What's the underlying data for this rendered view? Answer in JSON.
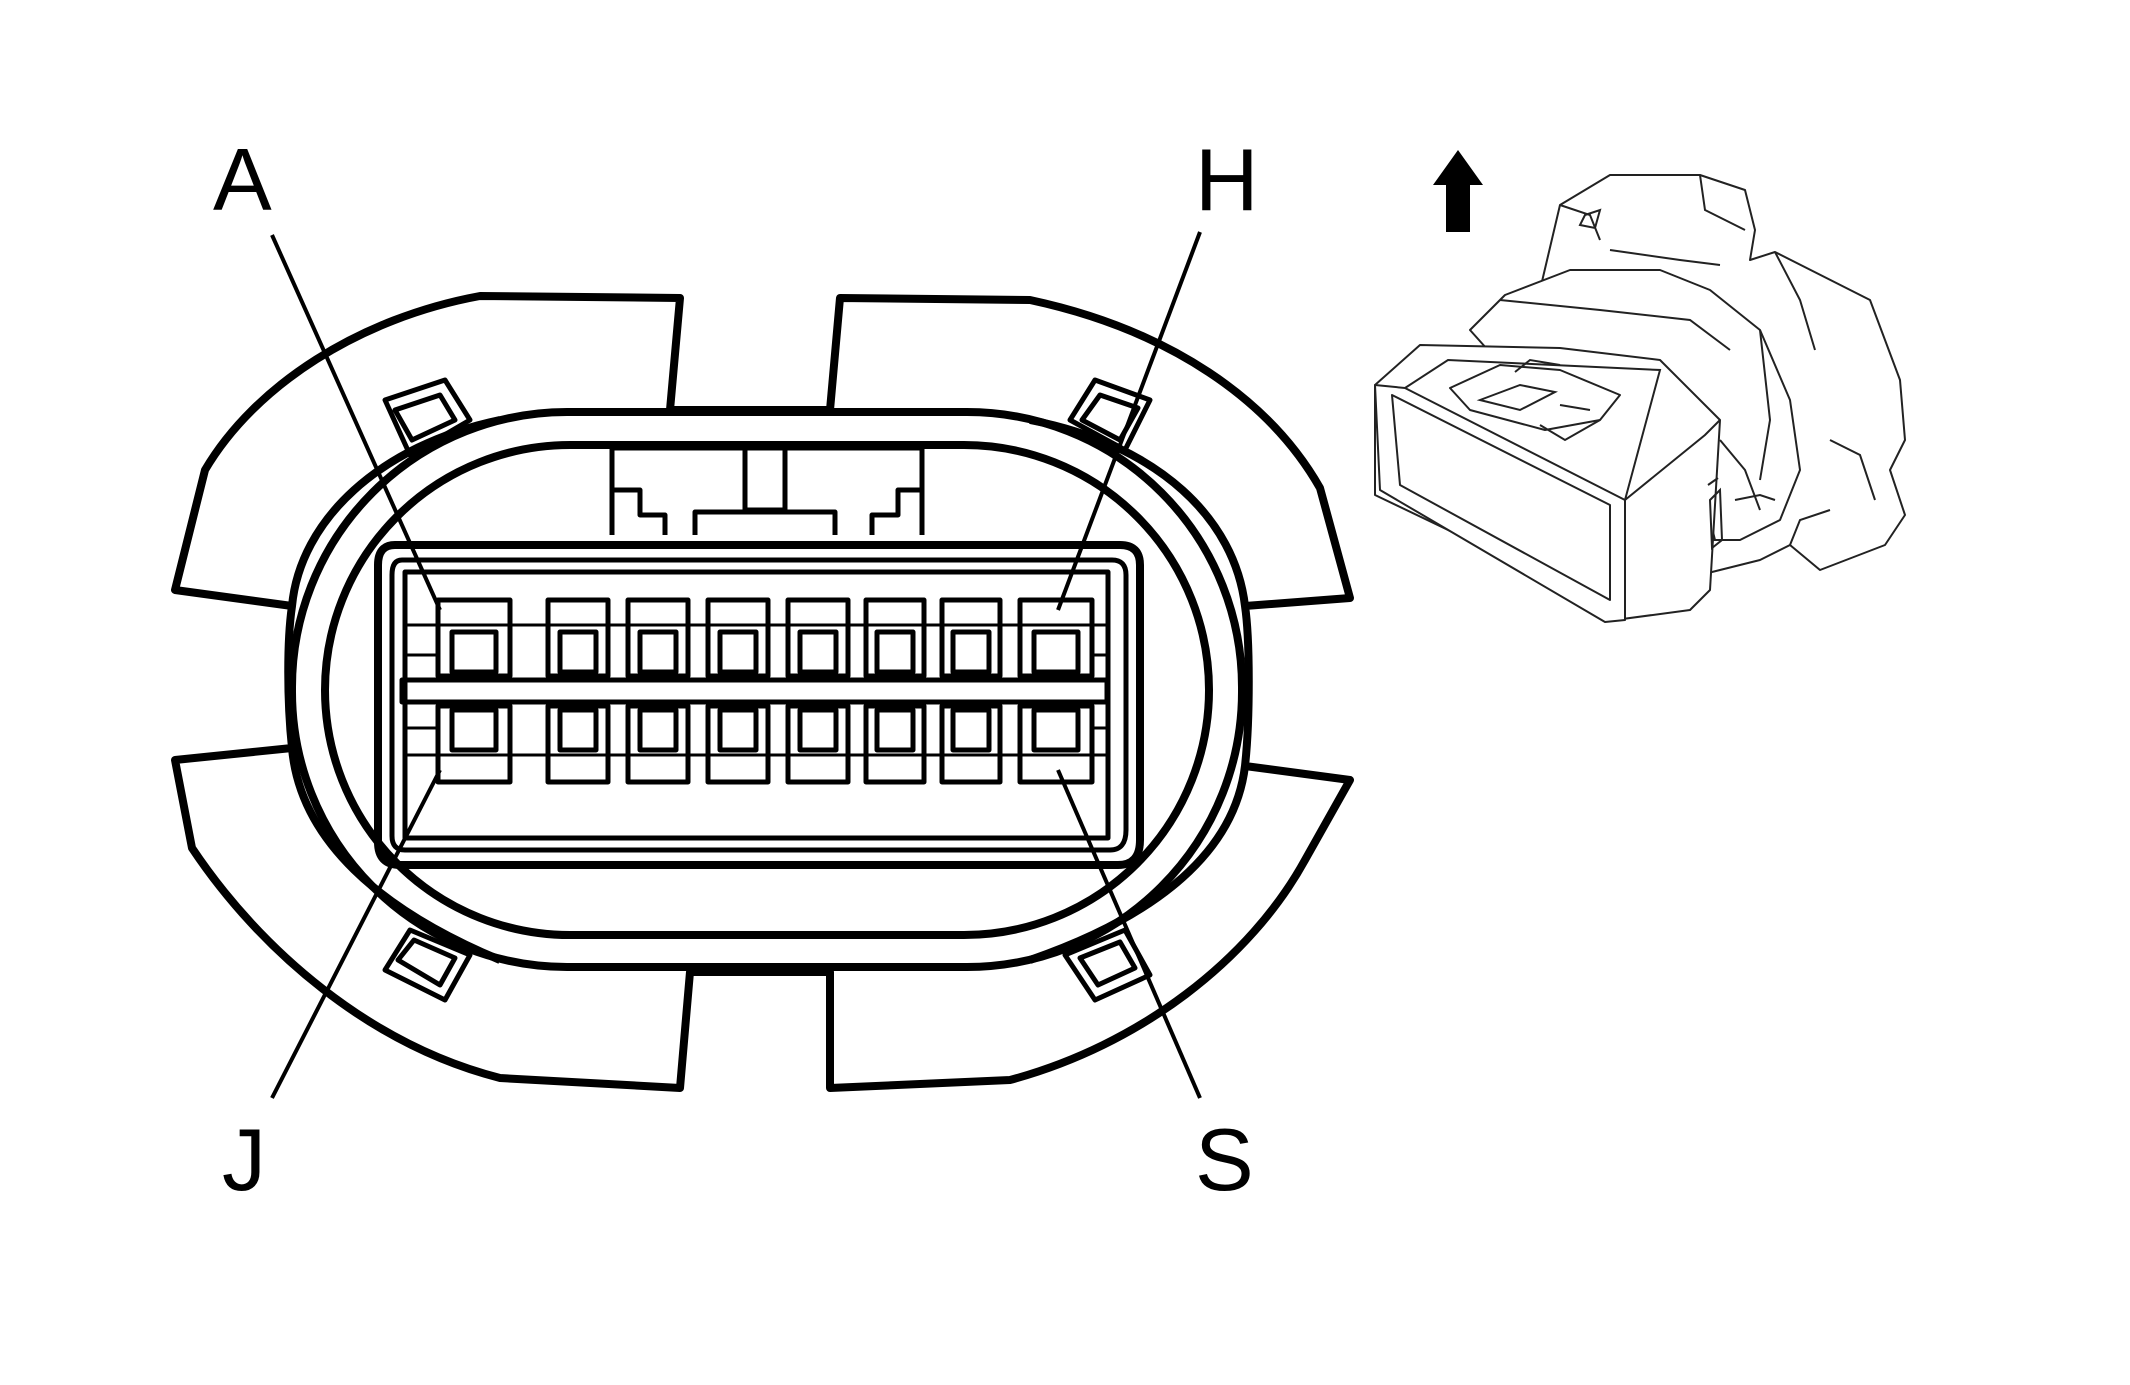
{
  "labels": {
    "top_left": "A",
    "top_right": "H",
    "bottom_left": "J",
    "bottom_right": "S"
  },
  "icons": {
    "orientation_arrow": "arrow-up-icon"
  },
  "colors": {
    "line": "#000000",
    "background": "#ffffff"
  }
}
